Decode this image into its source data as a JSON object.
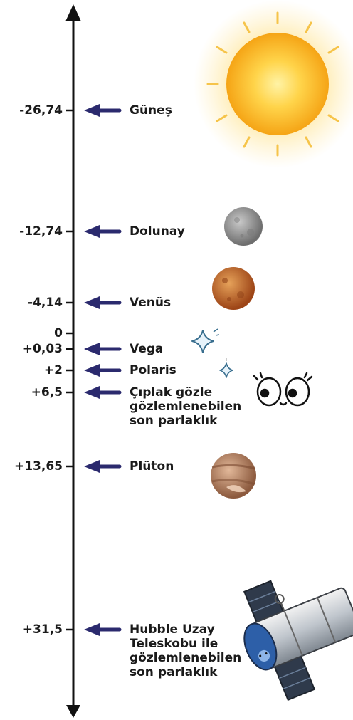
{
  "scale": {
    "direction": "up",
    "entries": [
      {
        "value": "-26,74",
        "label": [
          "Güneş"
        ],
        "arrow": true,
        "icon": "sun-icon"
      },
      {
        "value": "-12,74",
        "label": [
          "Dolunay"
        ],
        "arrow": true,
        "icon": "full-moon-icon"
      },
      {
        "value": "-4,14",
        "label": [
          "Venüs"
        ],
        "arrow": true,
        "icon": "venus-icon"
      },
      {
        "value": "0",
        "label": [],
        "arrow": false,
        "icon": null
      },
      {
        "value": "+0,03",
        "label": [
          "Vega"
        ],
        "arrow": true,
        "icon": "vega-star-icon"
      },
      {
        "value": "+2",
        "label": [
          "Polaris"
        ],
        "arrow": true,
        "icon": "polaris-star-icon"
      },
      {
        "value": "+6,5",
        "label": [
          "Çıplak gözle",
          "gözlemlenebilen",
          "son parlaklık"
        ],
        "arrow": true,
        "icon": "eyes-icon"
      },
      {
        "value": "+13,65",
        "label": [
          "Plüton"
        ],
        "arrow": true,
        "icon": "pluto-icon"
      },
      {
        "value": "+31,5",
        "label": [
          "Hubble Uzay",
          "Teleskobu ile",
          "gözlemlenebilen",
          "son parlaklık"
        ],
        "arrow": true,
        "icon": "hubble-telescope-icon"
      }
    ]
  },
  "colors": {
    "axis": "#111111",
    "pointer_arrow": "#2b2a6e",
    "sun": "#f7b21e",
    "moon": "#8d8d8d",
    "venus": "#c0652a",
    "pluto": "#b77b59",
    "star_outline": "#3a6f8f"
  }
}
